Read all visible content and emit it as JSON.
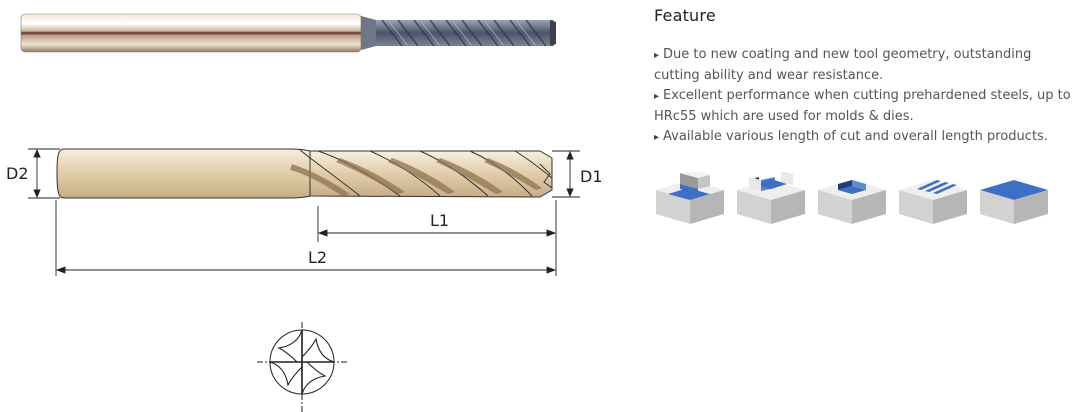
{
  "feature": {
    "title": "Feature",
    "items": [
      "Due to new coating and new tool geometry, outstanding cutting ability and wear resistance.",
      "Excellent performance when cutting prehardened steels, up to HRc55 which are used for molds & dies.",
      "Available various length of cut and overall length products."
    ]
  },
  "diagram": {
    "label_d2": "D2",
    "label_d1": "D1",
    "label_l1": "L1",
    "label_l2": "L2"
  },
  "operations": [
    {
      "icon": "shoulder-milling-icon"
    },
    {
      "icon": "slotting-icon"
    },
    {
      "icon": "pocket-milling-icon"
    },
    {
      "icon": "multi-groove-icon"
    },
    {
      "icon": "face-milling-icon"
    }
  ],
  "colors": {
    "cut_surface": "#3d6fc4",
    "block_light": "#eeeeee",
    "block_side": "#bdbdbd",
    "shank_gold": "#e6d6b6"
  }
}
